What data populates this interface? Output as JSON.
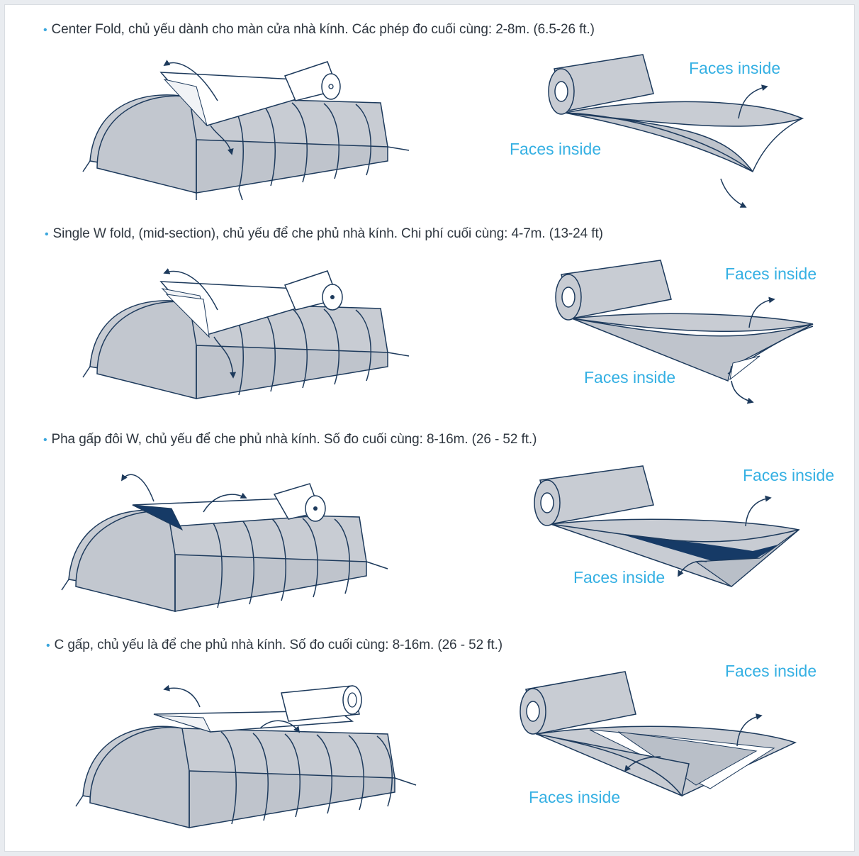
{
  "colors": {
    "accent": "#35b0e3",
    "stroke": "#1d3a5c",
    "fill": "#c8ccd3",
    "sheet": "#ffffff",
    "dark": "#163a66"
  },
  "sections": [
    {
      "caption": "Center Fold, chủ yếu dành cho màn cửa nhà kính. Các phép đo cuối cùng: 2-8m. (6.5-26 ft.)",
      "label_top": "Faces inside",
      "label_bottom": "Faces inside"
    },
    {
      "caption": "Single W fold, (mid-section), chủ yếu để che phủ nhà kính. Chi phí cuối cùng: 4-7m. (13-24 ft)",
      "label_top": "Faces inside",
      "label_bottom": "Faces inside"
    },
    {
      "caption": "Pha gấp đôi W, chủ yếu để che phủ nhà kính. Số đo cuối cùng: 8-16m. (26 - 52 ft.)",
      "label_top": "Faces inside",
      "label_bottom": "Faces inside"
    },
    {
      "caption": "C gấp, chủ yếu là để che phủ nhà kính. Số đo cuối cùng: 8-16m. (26 - 52 ft.)",
      "label_top": "Faces inside",
      "label_bottom": "Faces inside"
    }
  ]
}
